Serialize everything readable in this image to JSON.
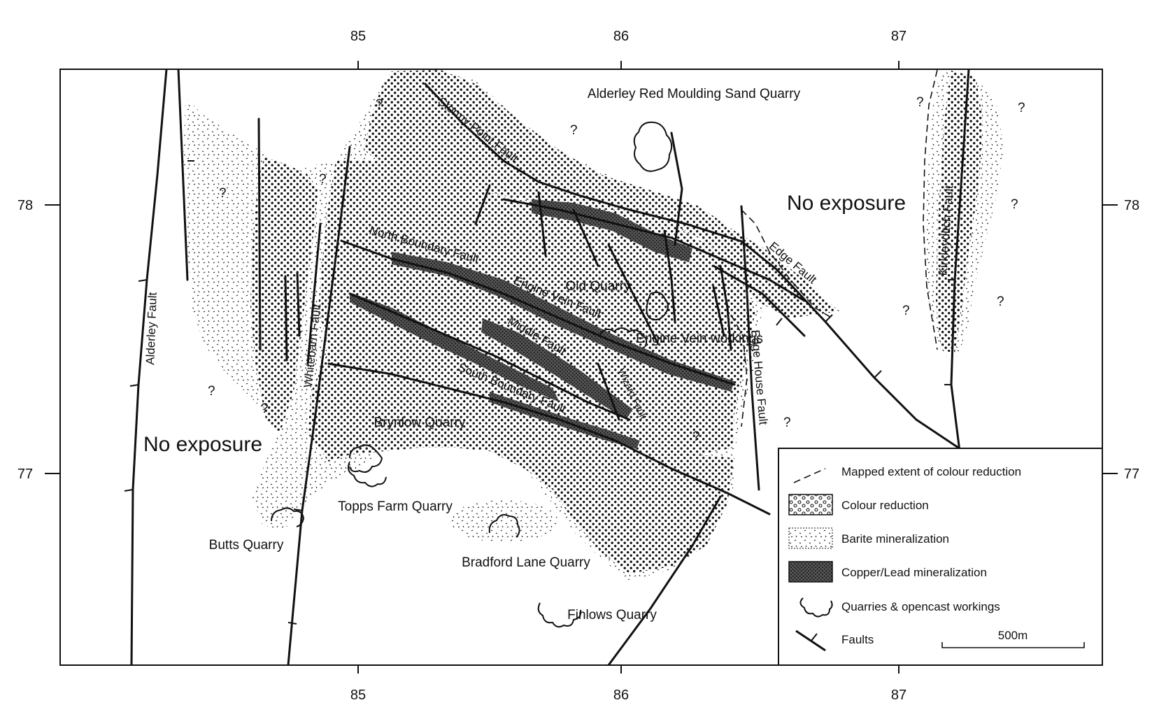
{
  "grid": {
    "eastings": [
      "85",
      "86",
      "87"
    ],
    "northings": [
      "78",
      "77"
    ]
  },
  "regions": {
    "no_exposure_west": "No exposure",
    "no_exposure_east": "No exposure"
  },
  "places": {
    "alderley_quarry": "Alderley Red Moulding Sand Quarry",
    "old_quarry": "Old Quarry",
    "engine_vein_workings": "Engine Vein workings",
    "brynlow_quarry": "Brynlow Quarry",
    "topps_farm_quarry": "Topps Farm Quarry",
    "butts_quarry": "Butts Quarry",
    "bradford_lane_quarry": "Bradford Lane Quarry",
    "finlows_quarry": "Finlows Quarry"
  },
  "faults": {
    "alderley": "Alderley Fault",
    "whitebarn": "Whitebarn Fault",
    "stormy_point": "Stormy Point Fault",
    "north_boundary": "North Boundary Fault",
    "engine_vein": "Engine Vein Fault",
    "middle": "Middle Fault",
    "south_boundary": "South Boundary Fault",
    "wizard": "Wizard Fault",
    "edge_house": "Edge House Fault",
    "edge": "Edge Fault",
    "kirkleyditch": "Kirkleyditch Fault"
  },
  "unknown_marker": "?",
  "legend": {
    "items": [
      {
        "id": "extent",
        "label": "Mapped extent of colour reduction"
      },
      {
        "id": "colour_reduction",
        "label": "Colour reduction"
      },
      {
        "id": "barite",
        "label": "Barite mineralization"
      },
      {
        "id": "copper_lead",
        "label": "Copper/Lead mineralization"
      },
      {
        "id": "quarries",
        "label": "Quarries & opencast workings"
      },
      {
        "id": "faults",
        "label": "Faults"
      }
    ],
    "scale_label": "500m"
  },
  "colors": {
    "ink": "#111111",
    "background": "#ffffff"
  }
}
